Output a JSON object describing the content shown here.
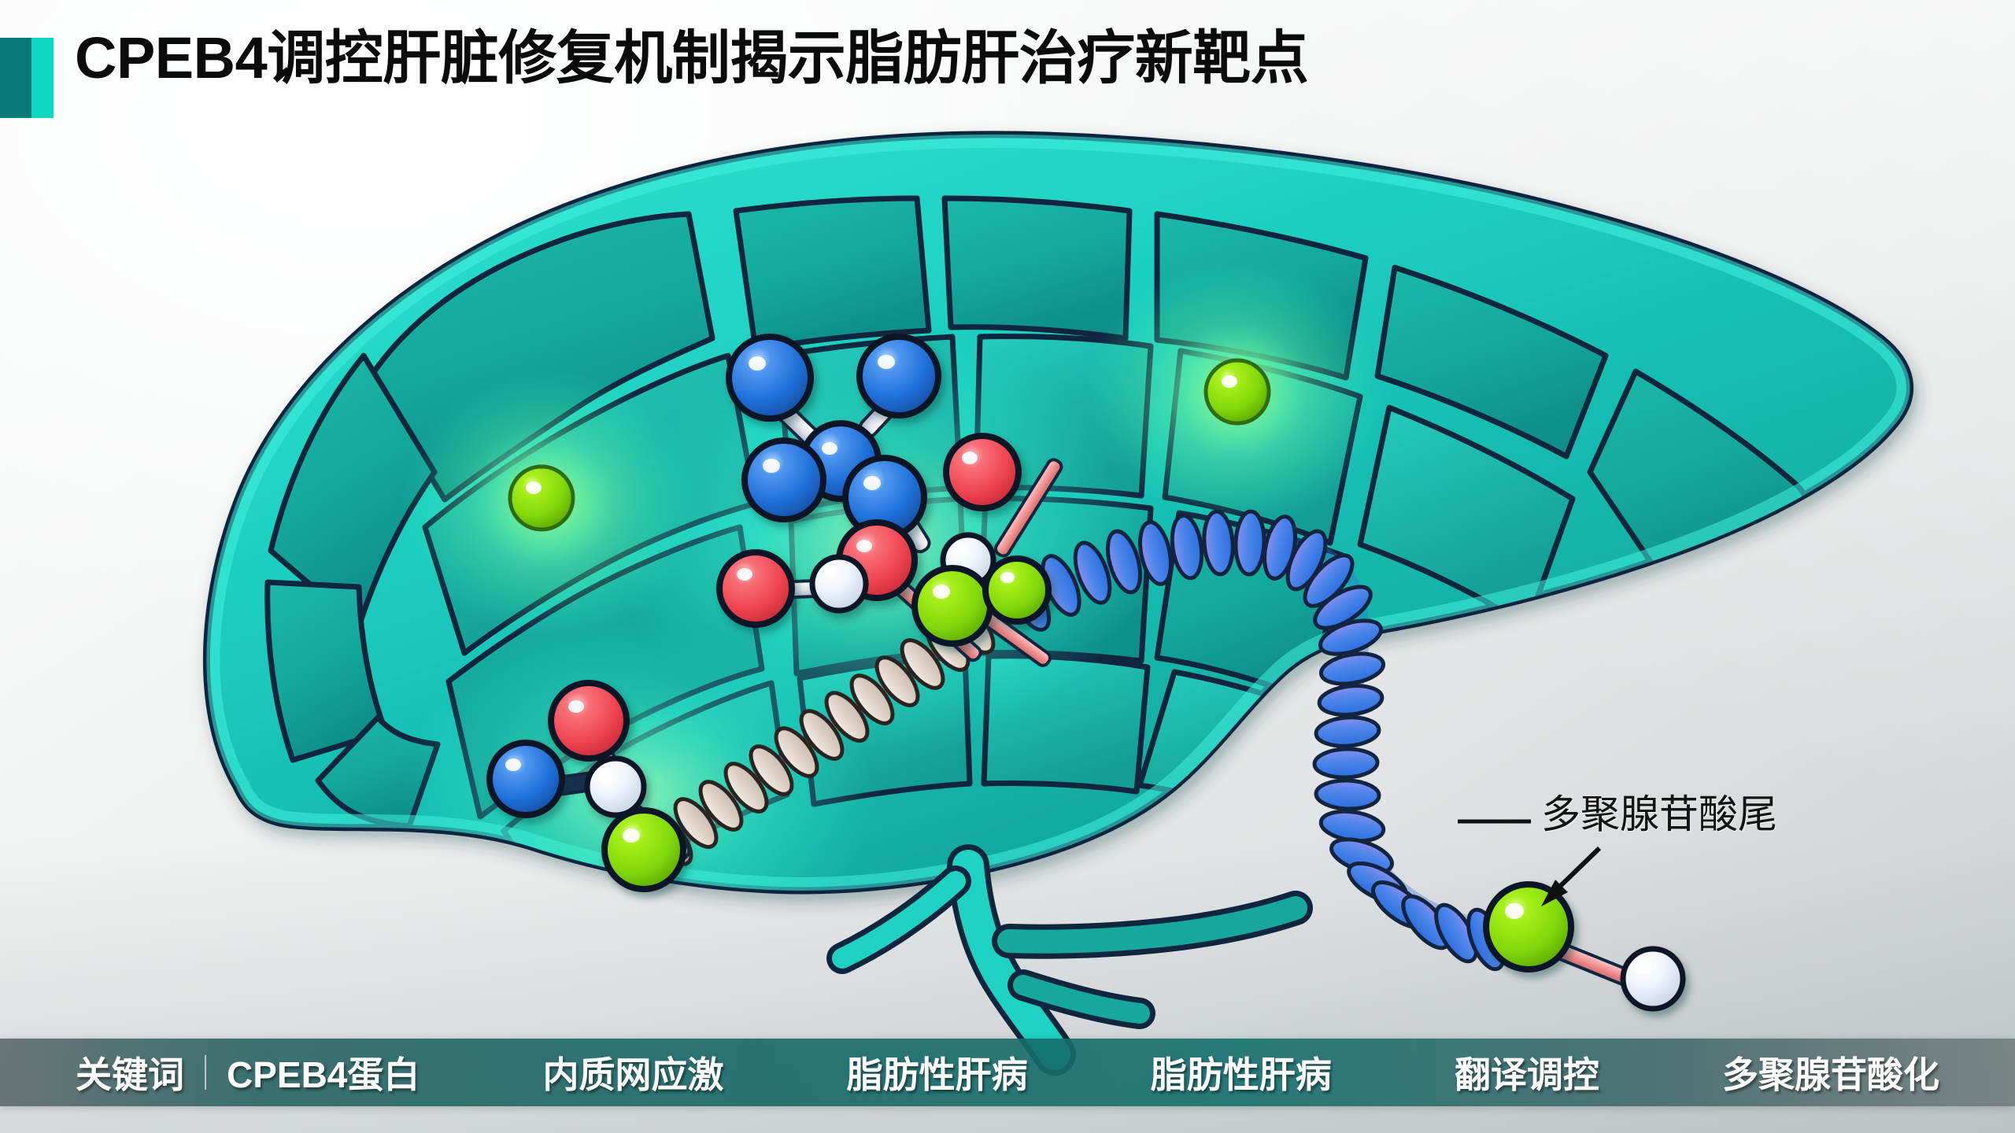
{
  "header": {
    "title": "CPEB4调控肝脏修复机制揭示脂肪肝治疗新靶点",
    "accent_dark": "#0a7a78",
    "accent_bright": "#0fd8c2"
  },
  "illustration": {
    "name": "liver-cross-section-with-mrna-molecule",
    "liver_fill_light": "#1fd8c8",
    "liver_fill_mid": "#16b3a6",
    "liver_fill_deep": "#13998f",
    "liver_outline": "#10263f",
    "glow_green": "#7ff07a",
    "helix_blue": "#2f7fe0",
    "helix_cream": "#e6dcd2",
    "atom_blue": "#2f7fe8",
    "atom_red": "#f2555c",
    "atom_white": "#f4f7ff",
    "atom_green": "#8ede10"
  },
  "annotation": {
    "label": "多聚腺苷酸尾",
    "leader_line": "horizontal-line",
    "arrow": "arrow-pointing-down-left"
  },
  "keywords_bar": {
    "heading": "关键词",
    "separator": "|",
    "items": [
      "CPEB4蛋白",
      "内质网应激",
      "脂肪性肝病",
      "脂肪性肝病",
      "翻译调控",
      "多聚腺苷酸化"
    ]
  }
}
